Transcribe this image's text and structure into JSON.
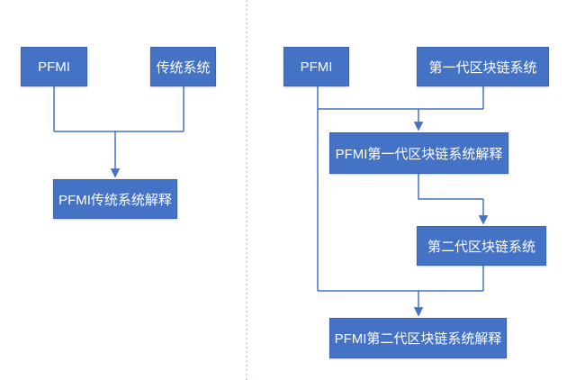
{
  "colors": {
    "background": "#ffffff",
    "node_fill": "#4472C4",
    "node_border": "#3B62AE",
    "node_text": "#ffffff",
    "connector": "#4472C4",
    "divider": "#9DC3E6"
  },
  "left_diagram": {
    "nodes": [
      {
        "id": "pfmi",
        "label": "PFMI"
      },
      {
        "id": "traditional-system",
        "label": "传统系统"
      },
      {
        "id": "pfmi-traditional-system-explanation",
        "label": "PFMI传统系统解释"
      }
    ]
  },
  "right_diagram": {
    "nodes": [
      {
        "id": "pfmi",
        "label": "PFMI"
      },
      {
        "id": "first-gen-blockchain-system",
        "label": "第一代区块链系统"
      },
      {
        "id": "pfmi-first-gen-blockchain-explanation",
        "label": "PFMI第一代区块链系统解释"
      },
      {
        "id": "second-gen-blockchain-system",
        "label": "第二代区块链系统"
      },
      {
        "id": "pfmi-second-gen-blockchain-explanation",
        "label": "PFMI第二代区块链系统解释"
      }
    ]
  }
}
